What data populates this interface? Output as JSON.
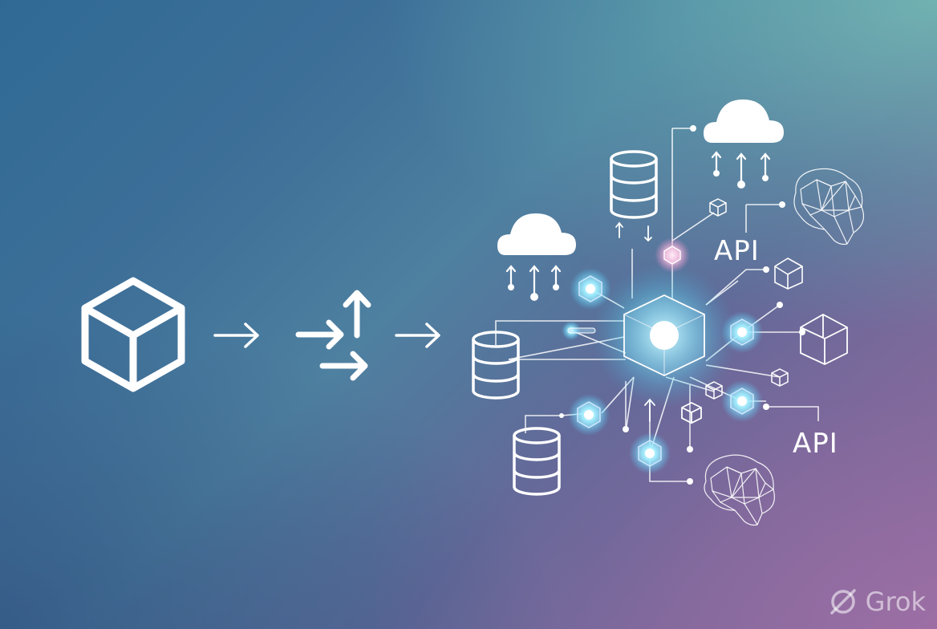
{
  "labels": {
    "api_top": "API",
    "api_bottom": "API"
  },
  "watermark": {
    "text": "Grok",
    "icon": "grok-logo-icon"
  },
  "colors": {
    "line": "#ffffff",
    "node_glow": "#7fe8ff",
    "node_core": "#dff8ff",
    "node_pink": "#f0b8d8"
  },
  "icons": [
    "cube-icon",
    "arrow-right-icon",
    "split-arrows-icon",
    "cloud-upload-icon",
    "database-icon",
    "network-hub-icon",
    "brain-mesh-icon",
    "wireframe-cube-icon"
  ]
}
